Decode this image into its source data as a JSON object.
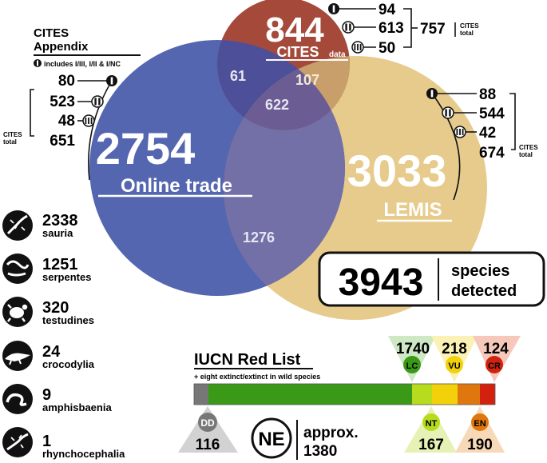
{
  "venn": {
    "cites": {
      "count": "844",
      "label": "CITES",
      "sub": "data",
      "color": "#a04a3a"
    },
    "online": {
      "count": "2754",
      "label": "Online trade",
      "color": "#5566b0"
    },
    "lemis": {
      "count": "3033",
      "label": "LEMIS",
      "color": "#e6cb8c"
    },
    "overlaps": {
      "online_cites": "61",
      "cites_lemis": "107",
      "all_three": "622",
      "online_lemis": "1276"
    }
  },
  "cites_appendix": {
    "title_line1": "CITES",
    "title_line2": "Appendix",
    "note": "includes I/III, I/II & I/NC",
    "total_label_1": "CITES",
    "total_label_2": "total"
  },
  "online_cites": {
    "app1": "80",
    "app2": "523",
    "app3": "48",
    "total": "651"
  },
  "cites_top": {
    "app1": "94",
    "app2": "613",
    "app3": "50",
    "total": "757"
  },
  "lemis_cites": {
    "app1": "88",
    "app2": "544",
    "app3": "42",
    "total": "674"
  },
  "species": {
    "count": "3943",
    "line1": "species",
    "line2": "detected"
  },
  "taxa": [
    {
      "count": "2338",
      "name": "sauria",
      "icon": "lizard-icon"
    },
    {
      "count": "1251",
      "name": "serpentes",
      "icon": "snake-icon"
    },
    {
      "count": "320",
      "name": "testudines",
      "icon": "turtle-icon"
    },
    {
      "count": "24",
      "name": "crocodylia",
      "icon": "crocodile-icon"
    },
    {
      "count": "9",
      "name": "amphisbaenia",
      "icon": "amphisbaenia-icon"
    },
    {
      "count": "1",
      "name": "rhynchocephalia",
      "icon": "tuatara-icon"
    }
  ],
  "iucn": {
    "title": "IUCN Red List",
    "subtitle": "+ eight extinct/extinct in wild species",
    "categories": [
      {
        "code": "DD",
        "count": "116",
        "color": "#777777"
      },
      {
        "code": "LC",
        "count": "1740",
        "color": "#3a9a18"
      },
      {
        "code": "NT",
        "count": "167",
        "color": "#b7dc1e"
      },
      {
        "code": "VU",
        "count": "218",
        "color": "#f2d10a"
      },
      {
        "code": "EN",
        "count": "190",
        "color": "#e0760e"
      },
      {
        "code": "CR",
        "count": "124",
        "color": "#d2220f"
      }
    ],
    "ne": {
      "code": "NE",
      "line1": "approx.",
      "line2": "1380"
    }
  }
}
